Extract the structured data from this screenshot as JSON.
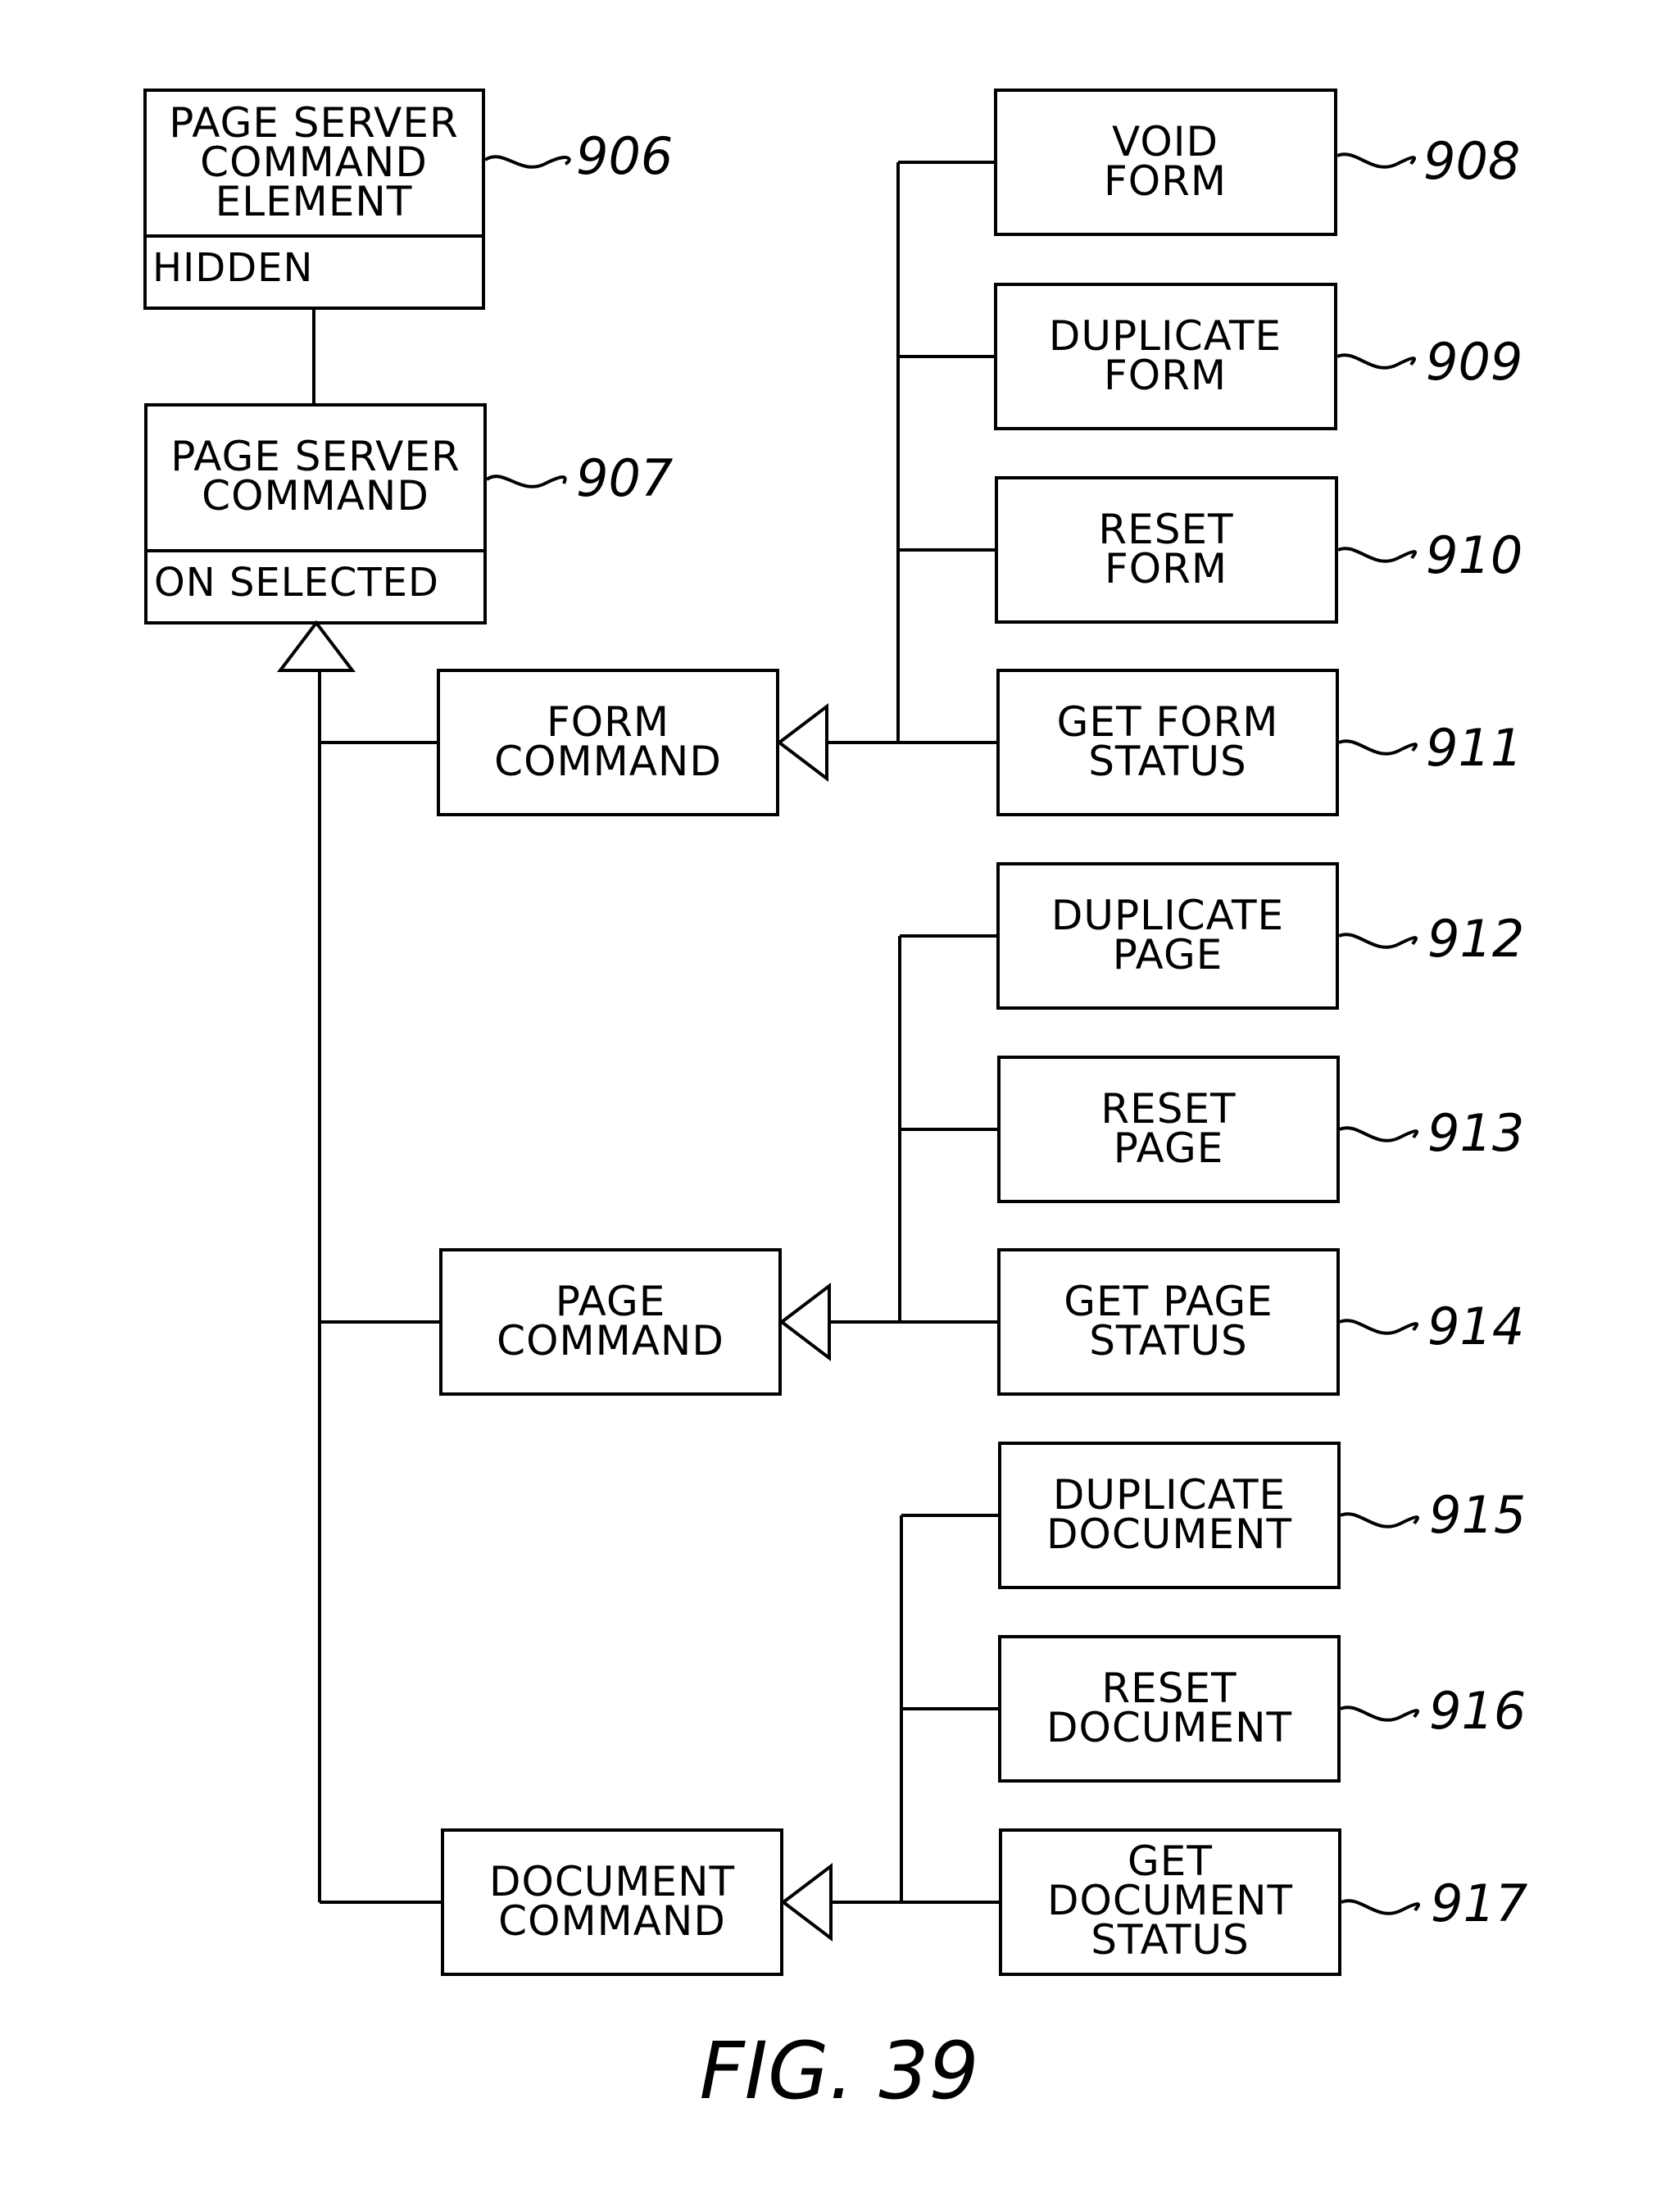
{
  "figure_label": "FIG. 39",
  "nodes": {
    "n906": {
      "lines": [
        "PAGE SERVER",
        "COMMAND",
        "ELEMENT"
      ],
      "attribute": "HIDDEN",
      "ref": "906"
    },
    "n907": {
      "lines": [
        "PAGE SERVER",
        "COMMAND"
      ],
      "attribute": "ON SELECTED",
      "ref": "907"
    },
    "form_command": {
      "lines": [
        "FORM",
        "COMMAND"
      ]
    },
    "page_command": {
      "lines": [
        "PAGE",
        "COMMAND"
      ]
    },
    "document_command": {
      "lines": [
        "DOCUMENT",
        "COMMAND"
      ]
    },
    "n908": {
      "lines": [
        "VOID",
        "FORM"
      ],
      "ref": "908"
    },
    "n909": {
      "lines": [
        "DUPLICATE",
        "FORM"
      ],
      "ref": "909"
    },
    "n910": {
      "lines": [
        "RESET",
        "FORM"
      ],
      "ref": "910"
    },
    "n911": {
      "lines": [
        "GET FORM",
        "STATUS"
      ],
      "ref": "911"
    },
    "n912": {
      "lines": [
        "DUPLICATE",
        "PAGE"
      ],
      "ref": "912"
    },
    "n913": {
      "lines": [
        "RESET",
        "PAGE"
      ],
      "ref": "913"
    },
    "n914": {
      "lines": [
        "GET PAGE",
        "STATUS"
      ],
      "ref": "914"
    },
    "n915": {
      "lines": [
        "DUPLICATE",
        "DOCUMENT"
      ],
      "ref": "915"
    },
    "n916": {
      "lines": [
        "RESET",
        "DOCUMENT"
      ],
      "ref": "916"
    },
    "n917": {
      "lines": [
        "GET",
        "DOCUMENT",
        "STATUS"
      ],
      "ref": "917"
    }
  }
}
